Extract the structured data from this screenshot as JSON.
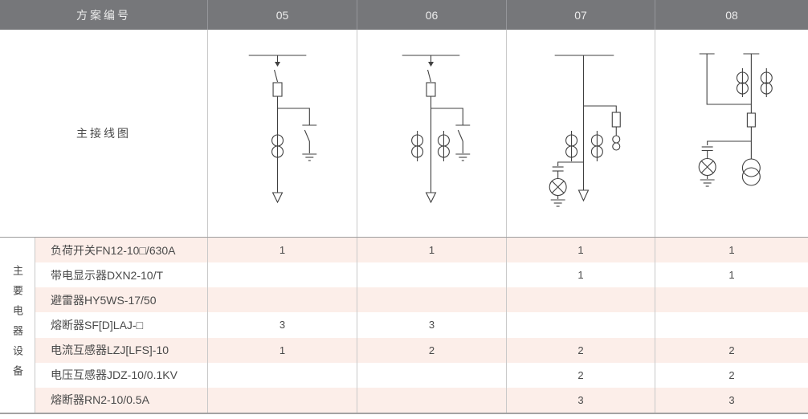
{
  "header": {
    "label": "方案编号",
    "columns": [
      "05",
      "06",
      "07",
      "08"
    ]
  },
  "diagram_row": {
    "label": "主接线图",
    "schemes": [
      "05",
      "06",
      "07",
      "08"
    ]
  },
  "equipment": {
    "vertical_label": "主要电器设备",
    "rows": [
      {
        "name": "负荷开关FN12-10□/630A",
        "qty": [
          "1",
          "1",
          "1",
          "1"
        ]
      },
      {
        "name": "带电显示器DXN2-10/T",
        "qty": [
          "",
          "",
          "1",
          "1"
        ]
      },
      {
        "name": "避雷器HY5WS-17/50",
        "qty": [
          "",
          "",
          "",
          ""
        ]
      },
      {
        "name": "熔断器SF[D]LAJ-□",
        "qty": [
          "3",
          "3",
          "",
          ""
        ]
      },
      {
        "name": "电流互感器LZJ[LFS]-10",
        "qty": [
          "1",
          "2",
          "2",
          "2"
        ]
      },
      {
        "name": "电压互感器JDZ-10/0.1KV",
        "qty": [
          "",
          "",
          "2",
          "2"
        ]
      },
      {
        "name": "熔断器RN2-10/0.5A",
        "qty": [
          "",
          "",
          "3",
          "3"
        ]
      }
    ]
  },
  "colors": {
    "header_bg": "#76777a",
    "header_text": "#ececec",
    "row_pink": "#fceee9",
    "grid_line": "#c9c9c9",
    "rule_line": "#a2a2a2",
    "text": "#4a4a4a",
    "diagram_stroke": "#404040"
  }
}
